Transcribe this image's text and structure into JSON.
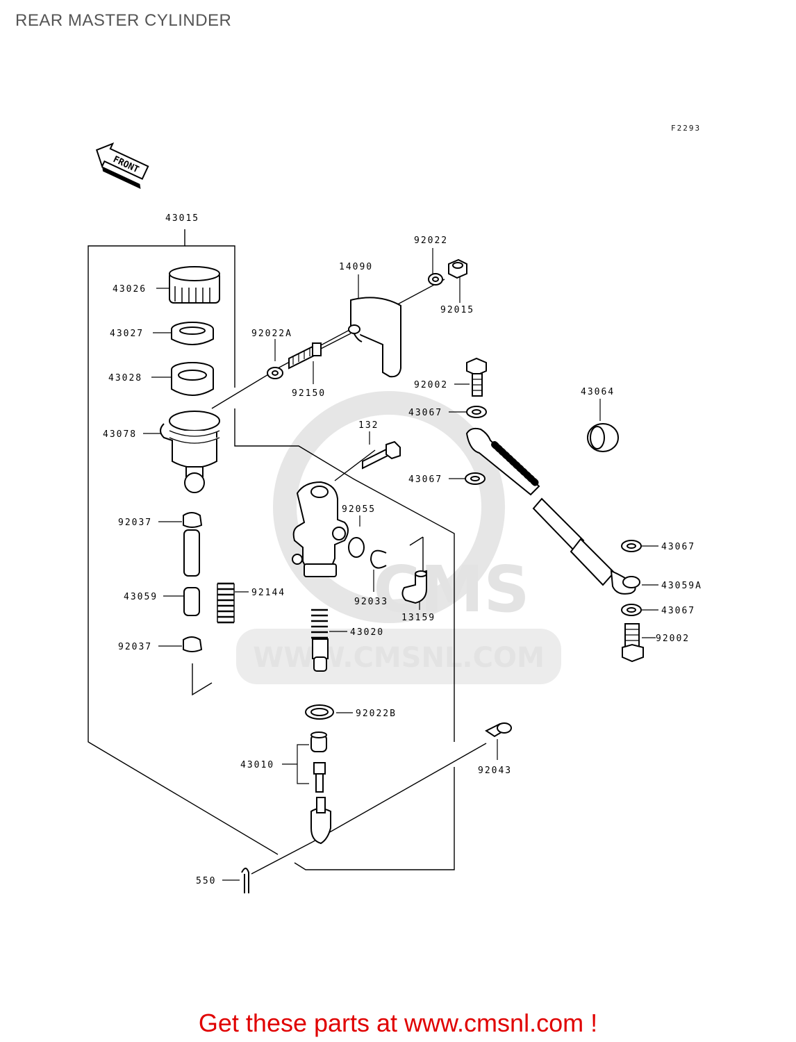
{
  "page": {
    "title": "REAR MASTER CYLINDER",
    "diagram_code": "F2293",
    "footer": "Get these parts at www.cmsnl.com !",
    "watermark_text": "WWW.CMSNL.COM",
    "watermark_logo": "CMS",
    "front_arrow": "FRONT"
  },
  "colors": {
    "footer": "#e00000",
    "title": "#555555",
    "watermark": "#e3e3e3"
  },
  "parts": [
    {
      "id": "43015",
      "label": "43015"
    },
    {
      "id": "43026",
      "label": "43026"
    },
    {
      "id": "43027",
      "label": "43027"
    },
    {
      "id": "43028",
      "label": "43028"
    },
    {
      "id": "43078",
      "label": "43078"
    },
    {
      "id": "92037a",
      "label": "92037"
    },
    {
      "id": "43059",
      "label": "43059"
    },
    {
      "id": "92144",
      "label": "92144"
    },
    {
      "id": "92037b",
      "label": "92037"
    },
    {
      "id": "92022A",
      "label": "92022A"
    },
    {
      "id": "92150",
      "label": "92150"
    },
    {
      "id": "14090",
      "label": "14090"
    },
    {
      "id": "92022",
      "label": "92022"
    },
    {
      "id": "92015",
      "label": "92015"
    },
    {
      "id": "92002a",
      "label": "92002"
    },
    {
      "id": "43067a",
      "label": "43067"
    },
    {
      "id": "132",
      "label": "132"
    },
    {
      "id": "43067b",
      "label": "43067"
    },
    {
      "id": "43064",
      "label": "43064"
    },
    {
      "id": "92055",
      "label": "92055"
    },
    {
      "id": "92033",
      "label": "92033"
    },
    {
      "id": "13159",
      "label": "13159"
    },
    {
      "id": "43020",
      "label": "43020"
    },
    {
      "id": "43067c",
      "label": "43067"
    },
    {
      "id": "43059A",
      "label": "43059A"
    },
    {
      "id": "43067d",
      "label": "43067"
    },
    {
      "id": "92002b",
      "label": "92002"
    },
    {
      "id": "92022B",
      "label": "92022B"
    },
    {
      "id": "43010",
      "label": "43010"
    },
    {
      "id": "92043",
      "label": "92043"
    },
    {
      "id": "550",
      "label": "550"
    }
  ]
}
